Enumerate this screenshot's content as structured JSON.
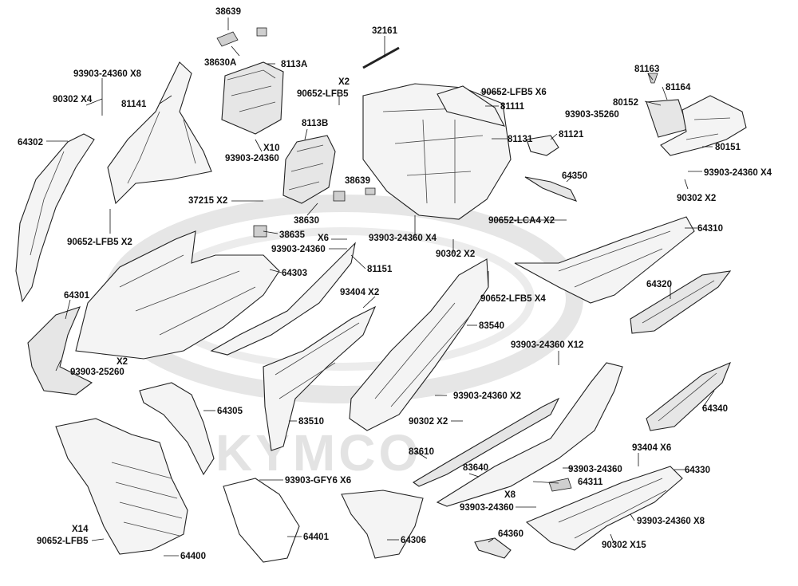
{
  "watermark": "KYMCO",
  "labels": {
    "p38639a": "38639",
    "p38630a": "38630A",
    "p8113a": "8113A",
    "p32161": "32161",
    "p93903_8": "93903-24360 X8",
    "p90302_4": "90302 X4",
    "p81141": "81141",
    "p64302": "64302",
    "x2a": "X2",
    "p90652_lfb5": "90652-LFB5",
    "p90652_x6": "90652-LFB5 X6",
    "p81111": "81111",
    "p81163": "81163",
    "p81164": "81164",
    "p80152": "80152",
    "p93903_35260": "93903-35260",
    "p8113b": "8113B",
    "x10": "X10",
    "p93903_c": "93903-24360",
    "p81131": "81131",
    "p81121": "81121",
    "p80151": "80151",
    "p93903_x4r": "93903-24360 X4",
    "p90302_x2r": "90302 X2",
    "p37215": "37215 X2",
    "p38639b": "38639",
    "p64350": "64350",
    "p90652_lfb5_x2": "90652-LFB5 X2",
    "p38630": "38630",
    "p90652_lca4": "90652-LCA4 X2",
    "p38635": "38635",
    "x6a": "X6",
    "p93903_mid": "93903-24360",
    "p93903_x4m": "93903-24360 X4",
    "p64310": "64310",
    "p90302_x2m": "90302 X2",
    "p81151": "81151",
    "p64303": "64303",
    "p90652_x4": "90652-LFB5 X4",
    "p64320": "64320",
    "p64301": "64301",
    "p93404_x2": "93404 X2",
    "p83540": "83540",
    "x2b": "X2",
    "p93903_25260": "93903-25260",
    "p93903_x12": "93903-24360 X12",
    "p93903_x2": "93903-24360 X2",
    "p64340": "64340",
    "p64305": "64305",
    "p83510": "83510",
    "p90302_x2b": "90302 X2",
    "p83610": "83610",
    "p93404_x6": "93404 X6",
    "p83640": "83640",
    "p93903_r1": "93903-24360",
    "p64330": "64330",
    "p93903_gfy6": "93903-GFY6 X6",
    "p64311": "64311",
    "x8": "X8",
    "p93903_r2": "93903-24360",
    "p93903_x8": "93903-24360 X8",
    "x14": "X14",
    "p90652_lfb5b": "90652-LFB5",
    "p64401": "64401",
    "p64306": "64306",
    "p64360": "64360",
    "p90302_x15": "90302 X15",
    "p64400": "64400"
  }
}
